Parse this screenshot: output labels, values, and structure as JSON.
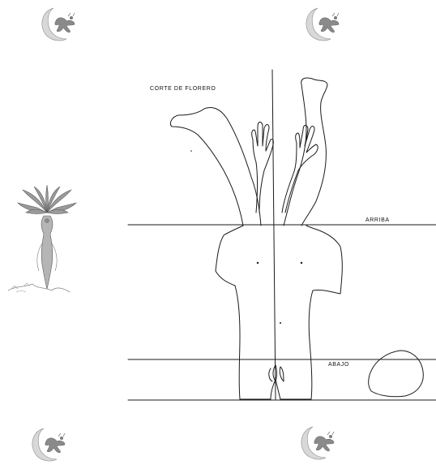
{
  "labels": {
    "corte": "CORTE DE FLORERO",
    "arriba": "ARRIBA",
    "abajo": "ABAJO"
  },
  "ornaments": {
    "count": 4,
    "icon": "crescent-moon-with-figure-icon"
  },
  "side_image": {
    "icon": "lotus-figure-icon"
  },
  "colors": {
    "ink": "#1a1a1a",
    "background": "#ffffff"
  }
}
